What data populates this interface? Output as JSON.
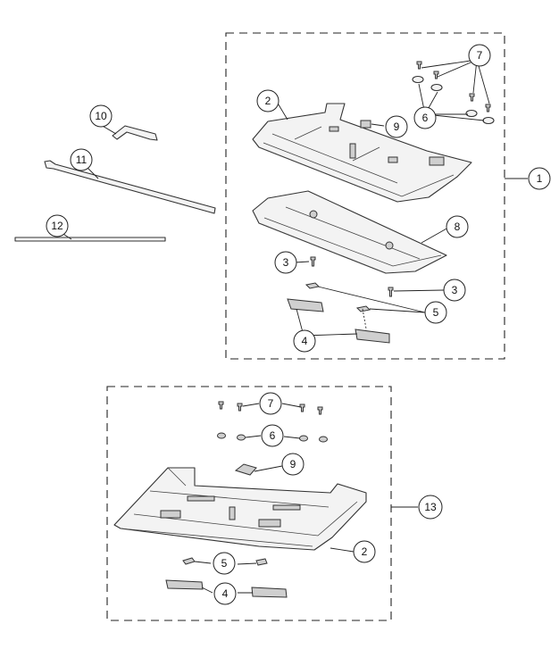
{
  "callouts": {
    "c1": "1",
    "c2_top": "2",
    "c2_bottom": "2",
    "c3_left": "3",
    "c3_right": "3",
    "c4_top": "4",
    "c4_bottom": "4",
    "c5_top": "5",
    "c5_bottom": "5",
    "c6_top": "6",
    "c6_bottom": "6",
    "c7_top": "7",
    "c7_bottom": "7",
    "c8": "8",
    "c9_top": "9",
    "c9_bottom": "9",
    "c10": "10",
    "c11": "11",
    "c12": "12",
    "c13": "13"
  }
}
